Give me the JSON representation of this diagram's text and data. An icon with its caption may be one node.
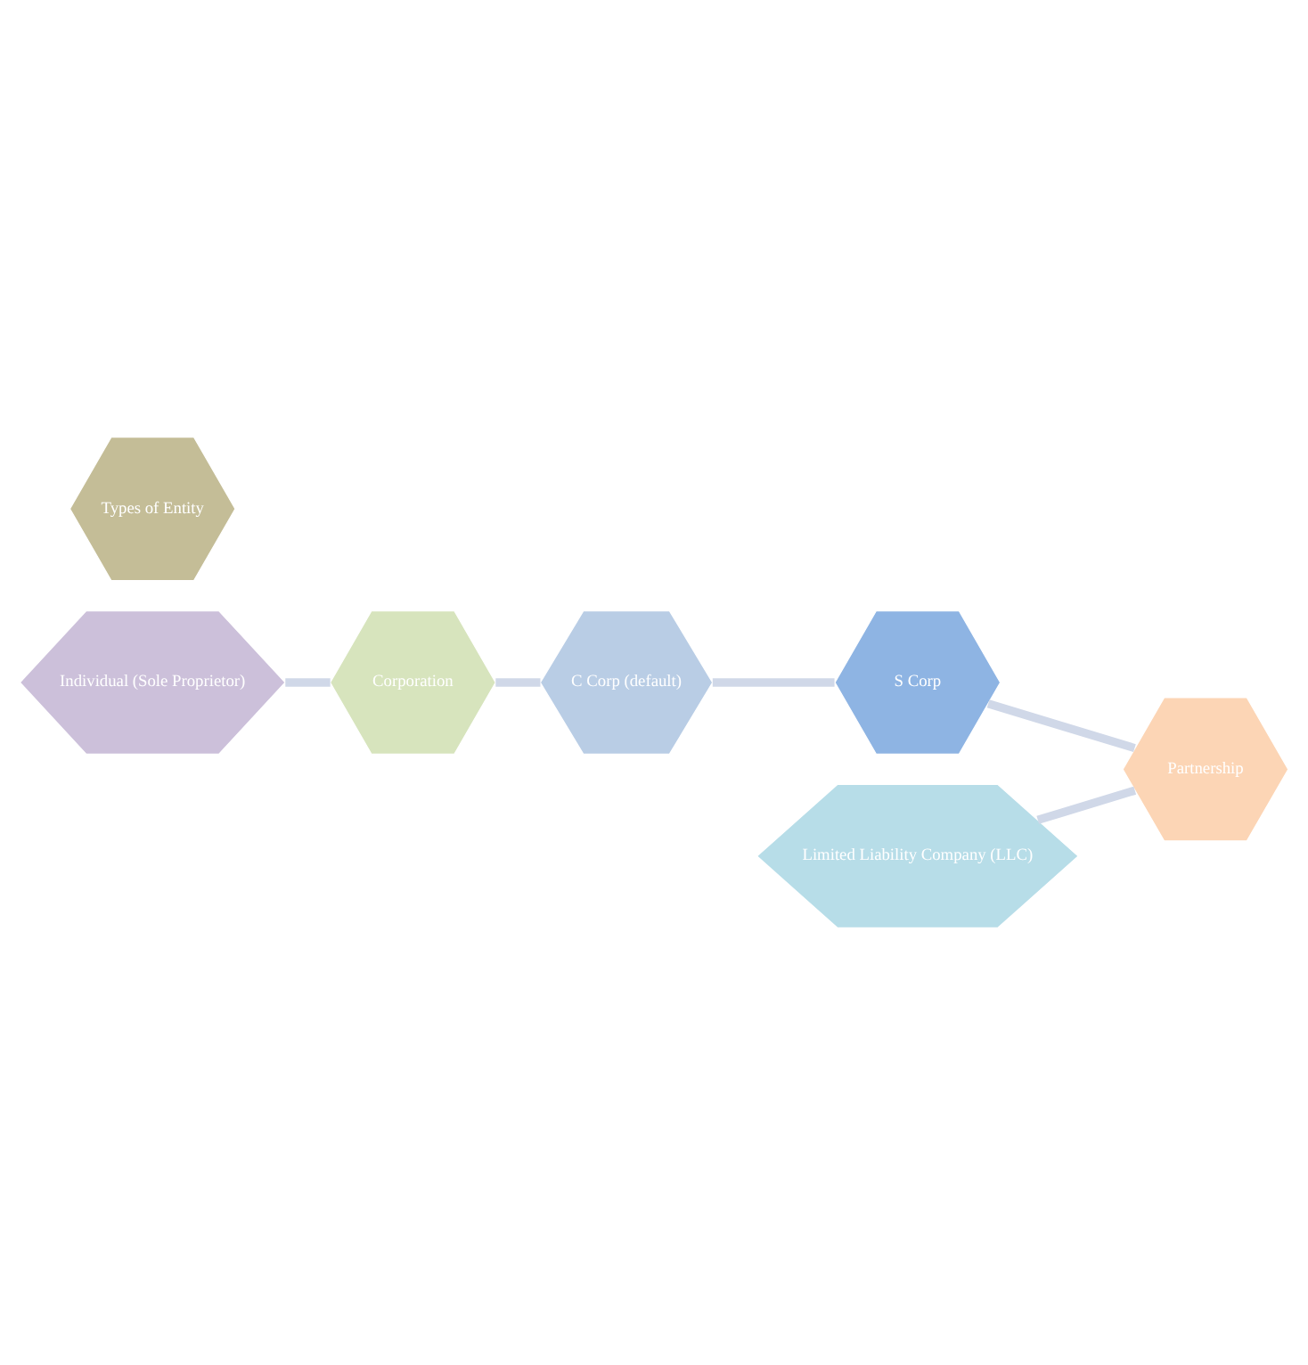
{
  "diagram": {
    "nodes": [
      {
        "text": [
          "Individual (Sole Proprietor)"
        ]
      },
      {
        "text": [
          "Limited Liability Company (LLC)"
        ]
      },
      {
        "text": [
          "Corporation"
        ]
      },
      {
        "text": [
          "Types of Entity"
        ]
      },
      {
        "text": [
          "C Corp (default)"
        ]
      },
      {
        "text": [
          "Partnership"
        ]
      },
      {
        "text": [
          "S Corp"
        ]
      }
    ],
    "edges": [
      {
        "from": 0,
        "to": 2,
        "arrow": "none"
      },
      {
        "from": 2,
        "to": 4,
        "arrow": "none"
      },
      {
        "from": 4,
        "to": 6,
        "arrow": "none"
      },
      {
        "from": 6,
        "to": 5,
        "arrow": "none"
      },
      {
        "from": 1,
        "to": 5,
        "arrow": "none"
      }
    ]
  }
}
